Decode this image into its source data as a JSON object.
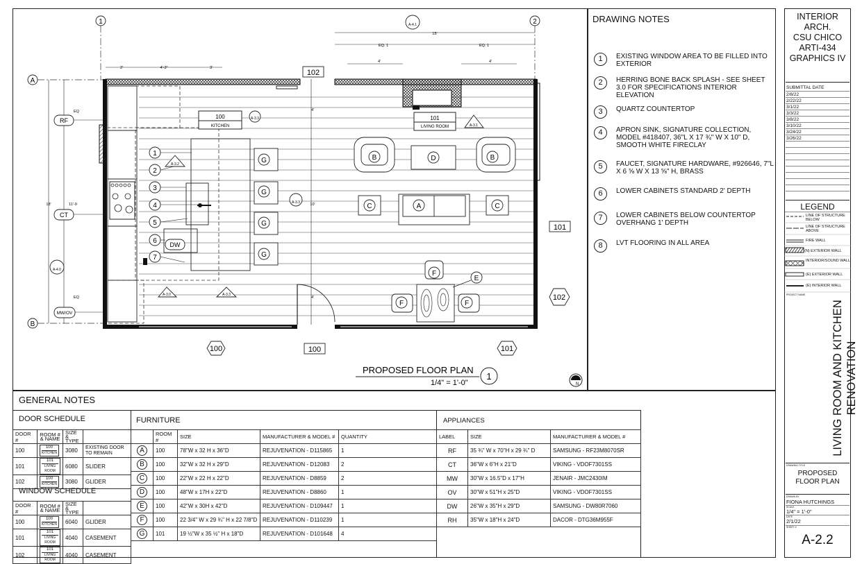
{
  "drawing": {
    "title": "PROPOSED FLOOR PLAN",
    "scale": "1/4\" = 1'-0\"",
    "detail_number": "1",
    "north": "N",
    "grid_labels": [
      "1",
      "2",
      "A",
      "B"
    ],
    "room_tags": [
      {
        "number": "100",
        "name": "KITCHEN"
      },
      {
        "number": "101",
        "name": "LIVING ROOM"
      }
    ],
    "door_tags": [
      "102",
      "101",
      "100"
    ],
    "window_tags": [
      "100",
      "101",
      "102",
      "100",
      "101"
    ],
    "appliance_tags": [
      "RF",
      "CT",
      "MW/OV",
      "DW"
    ],
    "furniture_tags": [
      "A",
      "B",
      "C",
      "D",
      "E",
      "F",
      "G"
    ],
    "section_refs": [
      "A-4.1",
      "A-3.1",
      "A-3.3",
      "A-3.2",
      "A-4.0",
      "A-3.0",
      "A-3.3"
    ],
    "dims": [
      "15'",
      "EQ. 1",
      "EQ. 1",
      "4'",
      "4'",
      "2'",
      "4'-3\"",
      "3'",
      "EQ",
      "EQ",
      "18'",
      "11'-0",
      "10'",
      "4'",
      "4'"
    ],
    "keynotes": [
      "1",
      "2",
      "3",
      "4",
      "5",
      "6",
      "7"
    ]
  },
  "drawing_notes": {
    "heading": "DRAWING NOTES",
    "items": [
      {
        "n": "1",
        "text": "EXISTING WINDOW AREA TO BE FILLED INTO EXTERIOR"
      },
      {
        "n": "2",
        "text": "HERRING BONE BACK SPLASH - SEE SHEET 3.0 FOR SPECIFICATIONS INTERIOR ELEVATION"
      },
      {
        "n": "3",
        "text": "QUARTZ COUNTERTOP"
      },
      {
        "n": "4",
        "text": "APRON SINK, SIGNATURE COLLECTION, MODEL #418407, 36\"L X 17 ¾\" W X 10\" D, SMOOTH WHITE FIRECLAY"
      },
      {
        "n": "5",
        "text": "FAUCET, SIGNATURE HARDWARE, #926646, 7\"L X 6 ⅝ W X 13 ⅝\" H, BRASS"
      },
      {
        "n": "6",
        "text": "LOWER CABINETS STANDARD 2' DEPTH"
      },
      {
        "n": "7",
        "text": "LOWER CABINETS BELOW COUNTERTOP OVERHANG 1' DEPTH"
      },
      {
        "n": "8",
        "text": "LVT FLOORING IN ALL AREA"
      }
    ]
  },
  "title_block": {
    "school": [
      "INTERIOR",
      "ARCH.",
      "CSU CHICO",
      "ARTI-434",
      "GRAPHICS IV"
    ],
    "submittal_label": "SUBMITTAL DATE",
    "submittal_dates": [
      "2/8/22",
      "2/22/22",
      "3/1/22",
      "3/3/22",
      "3/8/22",
      "3/10/22",
      "3/24/22",
      "3/26/22"
    ],
    "legend_title": "LEGEND",
    "legend": [
      {
        "label": "LINE OF STRUCTURE BELOW",
        "style": "dash"
      },
      {
        "label": "LINE OF STRUCTURE ABOVE",
        "style": "longdash"
      },
      {
        "label": "FIRE WALL",
        "style": "double"
      },
      {
        "label": "(N) EXTERIOR WALL",
        "style": "hatch"
      },
      {
        "label": "INTERIOR/SOUND WALL",
        "style": "crosshatch"
      },
      {
        "label": "(E)  EXTERIOR WALL",
        "style": "solid"
      },
      {
        "label": "(E)  INTERIOR WALL",
        "style": "thin"
      }
    ],
    "project_name_label": "PROJECT NAME",
    "project_name": "LIVING ROOM AND KITCHEN RENOVATION",
    "drawing_title_label": "DRAWING TITLE",
    "drawing_title": "PROPOSED FLOOR PLAN",
    "drawn_by_label": "DRAWN BY",
    "drawn_by": "FIONA HUTCHINGS",
    "scale_label": "SCALE",
    "scale": "1/4\" = 1'-0\"",
    "date_label": "DATE",
    "date": "2/1/22",
    "sheet_label": "SHEET #",
    "sheet": "A-2.2"
  },
  "general_notes": {
    "heading": "GENERAL NOTES",
    "door_schedule": {
      "title": "DOOR SCHEDULE",
      "headers": [
        "DOOR #",
        "ROOM # & NAME",
        "SIZE & TYPE",
        ""
      ],
      "rows": [
        {
          "door": "100",
          "room": "100",
          "room_name": "KITCHEN",
          "size": "3080",
          "note": "EXISTING DOOR TO REMAIN"
        },
        {
          "door": "101",
          "room": "101",
          "room_name": "LIVING ROOM",
          "size": "6080",
          "note": "SLIDER"
        },
        {
          "door": "102",
          "room": "100",
          "room_name": "KITCHEN",
          "size": "3080",
          "note": "GLIDER"
        }
      ]
    },
    "window_schedule": {
      "title": "WINDOW SCHEDULE",
      "headers": [
        "DOOR #",
        "ROOM # & NAME",
        "SIZE & TYPE",
        ""
      ],
      "rows": [
        {
          "door": "100",
          "room": "100",
          "room_name": "KITCHEN",
          "size": "6040",
          "note": "GLIDER"
        },
        {
          "door": "101",
          "room": "101",
          "room_name": "LIVING ROOM",
          "size": "4040",
          "note": "CASEMENT"
        },
        {
          "door": "102",
          "room": "101",
          "room_name": "LIVING ROOM",
          "size": "4040",
          "note": "CASEMENT"
        }
      ]
    },
    "furniture": {
      "title": "FURNITURE",
      "headers": [
        "",
        "ROOM #",
        "SIZE",
        "MANUFACTURER & MODEL #",
        "QUANTITY"
      ],
      "rows": [
        {
          "tag": "A",
          "room": "100",
          "size": "78\"W x 32 H x 36\"D",
          "model": "REJUVENATION - D115865",
          "qty": "1"
        },
        {
          "tag": "B",
          "room": "100",
          "size": "32\"W x 32 H x 29\"D",
          "model": "REJUVENATION - D12083",
          "qty": "2"
        },
        {
          "tag": "C",
          "room": "100",
          "size": "22\"W x 22 H x 22\"D",
          "model": "REJUVENATION - D8859",
          "qty": "2"
        },
        {
          "tag": "D",
          "room": "100",
          "size": "48\"W x 17H x 22\"D",
          "model": "REJUVENATION - D8860",
          "qty": "1"
        },
        {
          "tag": "E",
          "room": "100",
          "size": "42\"W x 30H x 42\"D",
          "model": "REJUVENATION - D109447",
          "qty": "1"
        },
        {
          "tag": "F",
          "room": "100",
          "size": "22 3/4\" W x 29 ¾\" H x 22 7/8\"D",
          "model": "REJUVENATION - D110239",
          "qty": "1"
        },
        {
          "tag": "G",
          "room": "101",
          "size": "19 ½\"W x 35 ½\" H x 18\"D",
          "model": "REJUVENATION - D101648",
          "qty": "4"
        }
      ]
    },
    "appliances": {
      "title": "APPLIANCES",
      "headers": [
        "LABEL",
        "SIZE",
        "MANUFACTURER & MODEL #"
      ],
      "rows": [
        {
          "label": "RF",
          "size": "35 ¾\" W x 70\"H x 29 ¾\" D",
          "model": "SAMSUNG - RF23M8070SR"
        },
        {
          "label": "CT",
          "size": "36\"W x 6\"H x 21\"D",
          "model": "VIKING - VDOF7301SS"
        },
        {
          "label": "MW",
          "size": "30\"W x 16.5\"D x 17\"H",
          "model": "JENAIR - JMC2430IM"
        },
        {
          "label": "OV",
          "size": "30\"W x 51\"H x 25\"D",
          "model": "VIKING - VDOF7301SS"
        },
        {
          "label": "DW",
          "size": "26\"W x 35\"H x 29\"D",
          "model": "SAMSUNG - DW80R7060"
        },
        {
          "label": "RH",
          "size": "35\"W x 18\"H x 24\"D",
          "model": "DACOR - DTG36M955F"
        }
      ]
    }
  }
}
